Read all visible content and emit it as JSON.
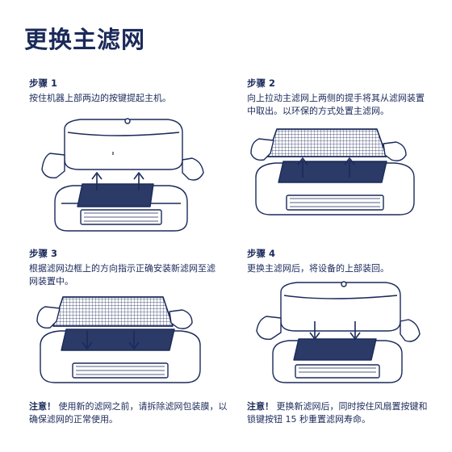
{
  "title": "更换主滤网",
  "steps": [
    {
      "label": "步骤 1",
      "text": "按住机器上部两边的按键提起主机。"
    },
    {
      "label": "步骤 2",
      "text": "向上拉动主滤网上两侧的提手将其从滤网装置中取出。以环保的方式处置主滤网。"
    },
    {
      "label": "步骤 3",
      "text": "根据滤网边框上的方向指示正确安装新滤网至滤网装置中。"
    },
    {
      "label": "步骤 4",
      "text": "更换主滤网后，将设备的上部装回。"
    }
  ],
  "notes": [
    {
      "prefix": "注意！",
      "text": " 使用新的滤网之前，请拆除滤网包装膜，以确保滤网的正常使用。"
    },
    {
      "prefix": "注意！",
      "text": " 更换新滤网后，同时按住风扇置按键和锁键按钮 15 秒重置滤网寿命。"
    }
  ],
  "colors": {
    "ink": "#1b2a5a",
    "filter": "#2b3a66",
    "fill": "#ffffff"
  }
}
